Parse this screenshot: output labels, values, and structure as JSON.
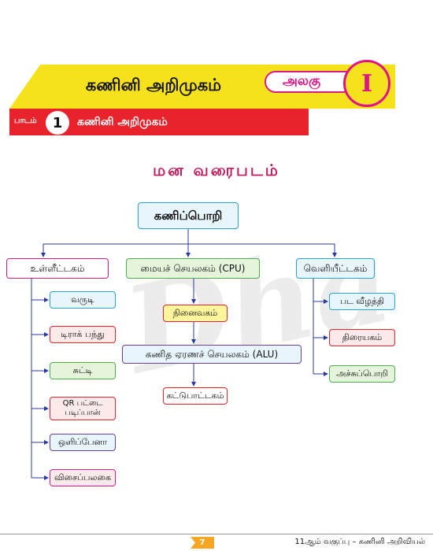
{
  "header": {
    "chapter_title": "கணினி அறிமுகம்",
    "unit_label": "அலகு",
    "unit_number": "I",
    "lesson_tag": "பாடம்",
    "lesson_number": "1",
    "lesson_title": "கணினி அறிமுகம்"
  },
  "mindmap": {
    "title": "மன வரைபடம்",
    "watermark": "Dha",
    "root": "கணிப்பொறி",
    "input_unit": "உள்ளீட்டகம்",
    "cpu": "மையச் செயலகம் (CPU)",
    "output_unit": "வெளியீட்டகம்",
    "memory": "நினைவகம்",
    "alu": "கணித ஏரணச் செயலகம் (ALU)",
    "control": "கட்டுபாட்டகம்",
    "input_devices": [
      "வருடி",
      "டிராக் பந்து",
      "சுட்டி",
      "QR பட்டை படிப்பான்",
      "ஒளிப்பேனா",
      "விசைப்பலகை"
    ],
    "output_devices": [
      "பட வீழத்தி",
      "திரையகம்",
      "அச்சுப்பொறி"
    ]
  },
  "footer": {
    "page_number": "7",
    "book_title": "11ஆம் வகுப்பு – கணினி அறிவியல்"
  },
  "colors": {
    "banner_yellow": "#f5e21c",
    "lesson_red": "#e8232b",
    "magenta": "#e0128a",
    "title_pink": "#c2185b",
    "connector_blue": "#2b3a9e"
  }
}
